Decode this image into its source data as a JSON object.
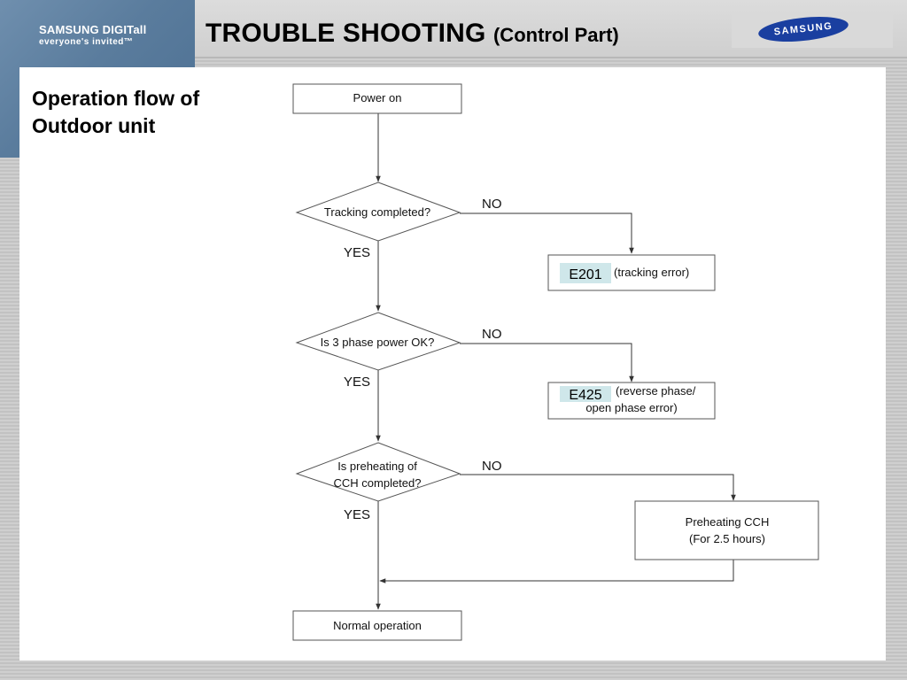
{
  "header": {
    "title_main": "TROUBLE SHOOTING",
    "title_sub": "(Control Part)",
    "brand_left_line1": "SAMSUNG DIGITall",
    "brand_left_line2": "everyone's invited™",
    "brand_right": "SAMSUNG"
  },
  "section": {
    "title_line1": "Operation flow of",
    "title_line2": "Outdoor unit"
  },
  "flowchart": {
    "start": "Power on",
    "decisions": [
      {
        "lines": [
          "Tracking completed?"
        ],
        "yes": "YES",
        "no": "NO"
      },
      {
        "lines": [
          "Is 3 phase power OK?"
        ],
        "yes": "YES",
        "no": "NO"
      },
      {
        "lines": [
          "Is preheating of",
          "CCH completed?"
        ],
        "yes": "YES",
        "no": "NO"
      }
    ],
    "errors": [
      {
        "code": "E201",
        "lines": [
          "(tracking error)"
        ]
      },
      {
        "code": "E425",
        "lines": [
          "(reverse phase/",
          "open phase error)"
        ]
      }
    ],
    "preheat_box": {
      "lines": [
        "Preheating CCH",
        "(For 2.5 hours)"
      ]
    },
    "end": "Normal operation"
  },
  "colors": {
    "blue_tab": "#5a7c9d",
    "code_highlight": "#cfe7ea",
    "logo_blue": "#1a3fa0"
  }
}
